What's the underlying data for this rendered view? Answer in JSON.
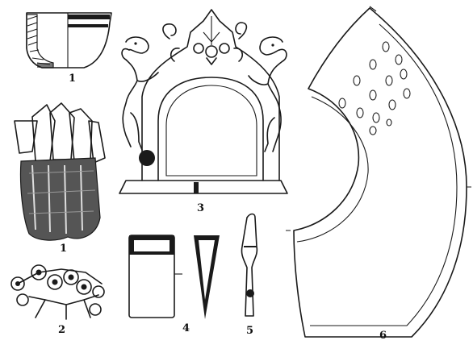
{
  "labels": {
    "fig1": "1",
    "fig2": "2",
    "fig3": "3",
    "fig4": "4",
    "fig5": "5",
    "fig6": "6"
  },
  "colors": {
    "ink": "#1a1a1a",
    "paper": "#ffffff",
    "shade": "#5a5a5a"
  }
}
